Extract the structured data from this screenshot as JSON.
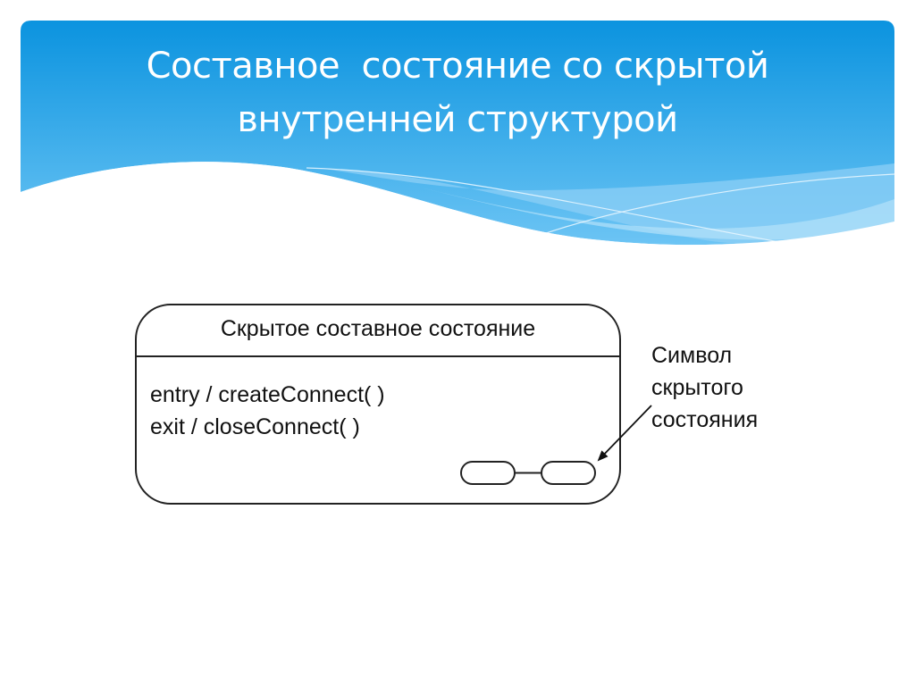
{
  "slide": {
    "title_lines": [
      "Составное  состояние со скрытой",
      "внутренней структурой"
    ],
    "colors": {
      "banner_top": "#0b95e0",
      "banner_bottom": "#5cbdf2",
      "wave_light": "#9fd6f7",
      "title_text": "#ffffff",
      "diagram_stroke": "#222222"
    }
  },
  "diagram": {
    "state": {
      "name": "Скрытое составное состояние",
      "actions": [
        "entry / createConnect( )",
        "exit / closeConnect( )"
      ],
      "hidden_structure_icon": "two-linked-ovals"
    },
    "annotation": {
      "lines": [
        "Символ",
        "скрытого",
        "состояния"
      ],
      "arrow_target": "hidden-structure-symbol"
    }
  }
}
